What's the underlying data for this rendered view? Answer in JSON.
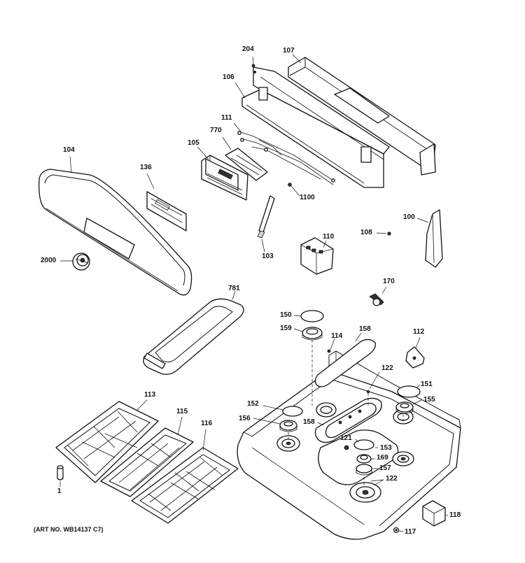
{
  "diagram": {
    "part_labels": {
      "p204": "204",
      "p107": "107",
      "p106": "106",
      "p111": "111",
      "p770": "770",
      "p105": "105",
      "p104": "104",
      "p136": "136",
      "p1100": "1100",
      "p100": "100",
      "p108": "108",
      "p110": "110",
      "p103": "103",
      "p2000": "2000",
      "p781": "781",
      "p170": "170",
      "p150": "150",
      "p159": "159",
      "p114": "114",
      "p158a": "158",
      "p112": "112",
      "p122a": "122",
      "p151": "151",
      "p155": "155",
      "p152": "152",
      "p156": "156",
      "p158b": "158",
      "p121": "121",
      "p153": "153",
      "p169": "169",
      "p157": "157",
      "p122b": "122",
      "p113": "113",
      "p115": "115",
      "p116": "116",
      "p1": "1",
      "p118": "118",
      "p117": "117"
    },
    "art_number": "(ART NO. WB14137 C7)"
  }
}
